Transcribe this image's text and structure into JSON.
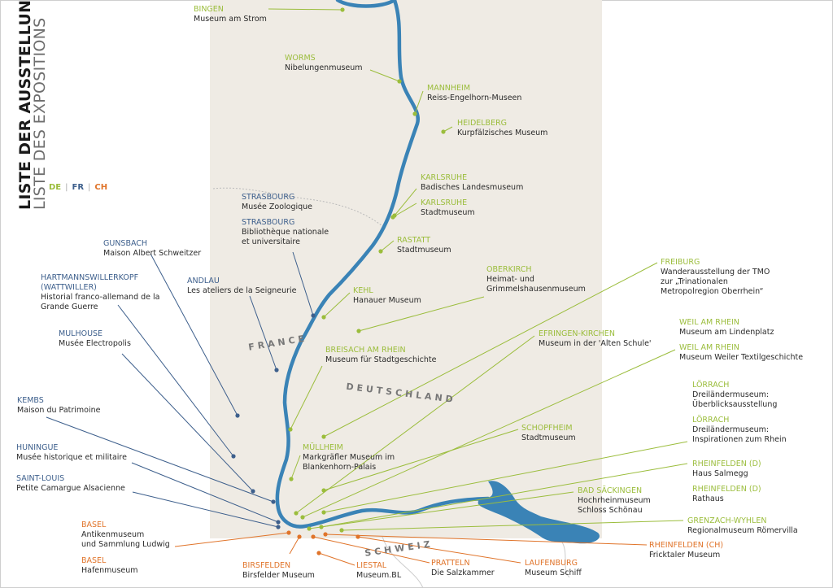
{
  "title_de": "LISTE DER AUSSTELLUNGEN",
  "title_fr": "LISTE DES EXPOSITIONS",
  "legend": {
    "de": "DE",
    "fr": "FR",
    "ch": "CH",
    "separator": "|"
  },
  "colors": {
    "de": "#9bbd3c",
    "fr": "#3d5f8c",
    "ch": "#e0742a",
    "river": "#3a83b6",
    "land": "#efebe4"
  },
  "countries": {
    "france": "FRANCE",
    "deutschland": "DEUTSCHLAND",
    "schweiz": "SCHWEIZ"
  },
  "labels": [
    {
      "country": "de",
      "city": "BINGEN",
      "museum": "Museum am Strom"
    },
    {
      "country": "de",
      "city": "WORMS",
      "museum": "Nibelungenmuseum"
    },
    {
      "country": "de",
      "city": "MANNHEIM",
      "museum": "Reiss-Engelhorn-Museen"
    },
    {
      "country": "de",
      "city": "HEIDELBERG",
      "museum": "Kurpfälzisches Museum"
    },
    {
      "country": "de",
      "city": "KARLSRUHE",
      "museum": "Badisches Landesmuseum"
    },
    {
      "country": "de",
      "city": "KARLSRUHE",
      "museum": "Stadtmuseum"
    },
    {
      "country": "de",
      "city": "RASTATT",
      "museum": "Stadtmuseum"
    },
    {
      "country": "de",
      "city": "OBERKIRCH",
      "museum": "Heimat- und\nGrimmelshausenmuseum"
    },
    {
      "country": "de",
      "city": "KEHL",
      "museum": "Hanauer Museum"
    },
    {
      "country": "de",
      "city": "FREIBURG",
      "museum": "Wanderausstellung der TMO\nzur „Trinationalen\nMetropolregion Oberrhein“"
    },
    {
      "country": "de",
      "city": "BREISACH AM RHEIN",
      "museum": "Museum für Stadtgeschichte"
    },
    {
      "country": "de",
      "city": "EFRINGEN-KIRCHEN",
      "museum": "Museum in der 'Alten Schule'"
    },
    {
      "country": "de",
      "city": "WEIL AM RHEIN",
      "museum": "Museum am Lindenplatz"
    },
    {
      "country": "de",
      "city": "WEIL AM RHEIN",
      "museum": "Museum Weiler Textilgeschichte"
    },
    {
      "country": "de",
      "city": "LÖRRACH",
      "museum": "Dreiländermuseum:\nÜberblicksausstellung"
    },
    {
      "country": "de",
      "city": "LÖRRACH",
      "museum": "Dreiländermuseum:\nInspirationen zum Rhein"
    },
    {
      "country": "de",
      "city": "SCHOPFHEIM",
      "museum": "Stadtmuseum"
    },
    {
      "country": "de",
      "city": "MÜLLHEIM",
      "museum": "Markgräfler Museum im\nBlankenhorn-Palais"
    },
    {
      "country": "de",
      "city": "RHEINFELDEN (D)",
      "museum": "Haus Salmegg"
    },
    {
      "country": "de",
      "city": "RHEINFELDEN (D)",
      "museum": "Rathaus"
    },
    {
      "country": "de",
      "city": "BAD SÄCKINGEN",
      "museum": "Hochrheinmuseum\nSchloss Schönau"
    },
    {
      "country": "de",
      "city": "GRENZACH-WYHLEN",
      "museum": "Regionalmuseum Römervilla"
    },
    {
      "country": "ch",
      "city": "BASEL",
      "museum": "Antikenmuseum\nund Sammlung Ludwig"
    },
    {
      "country": "ch",
      "city": "BASEL",
      "museum": "Hafenmuseum"
    },
    {
      "country": "ch",
      "city": "BIRSFELDEN",
      "museum": "Birsfelder Museum"
    },
    {
      "country": "ch",
      "city": "LIESTAL",
      "museum": "Museum.BL"
    },
    {
      "country": "ch",
      "city": "PRATTELN",
      "museum": "Die Salzkammer"
    },
    {
      "country": "ch",
      "city": "LAUFENBURG",
      "museum": "Museum Schiff"
    },
    {
      "country": "ch",
      "city": "RHEINFELDEN (CH)",
      "museum": "Fricktaler Museum"
    },
    {
      "country": "fr",
      "city": "STRASBOURG",
      "museum": "Musée Zoologique"
    },
    {
      "country": "fr",
      "city": "STRASBOURG",
      "museum": "Bibliothèque nationale\net universitaire"
    },
    {
      "country": "fr",
      "city": "GUNSBACH",
      "museum": "Maison Albert Schweitzer"
    },
    {
      "country": "fr",
      "city": "HARTMANNSWILLERKOPF\n(WATTWILLER)",
      "museum": "Historial franco-allemand de la\nGrande Guerre"
    },
    {
      "country": "fr",
      "city": "ANDLAU",
      "museum": "Les ateliers de la Seigneurie"
    },
    {
      "country": "fr",
      "city": "MULHOUSE",
      "museum": "Musée Electropolis"
    },
    {
      "country": "fr",
      "city": "KEMBS",
      "museum": "Maison du Patrimoine"
    },
    {
      "country": "fr",
      "city": "HUNINGUE",
      "museum": "Musée historique et militaire"
    },
    {
      "country": "fr",
      "city": "SAINT-LOUIS",
      "museum": "Petite Camargue Alsacienne"
    }
  ]
}
